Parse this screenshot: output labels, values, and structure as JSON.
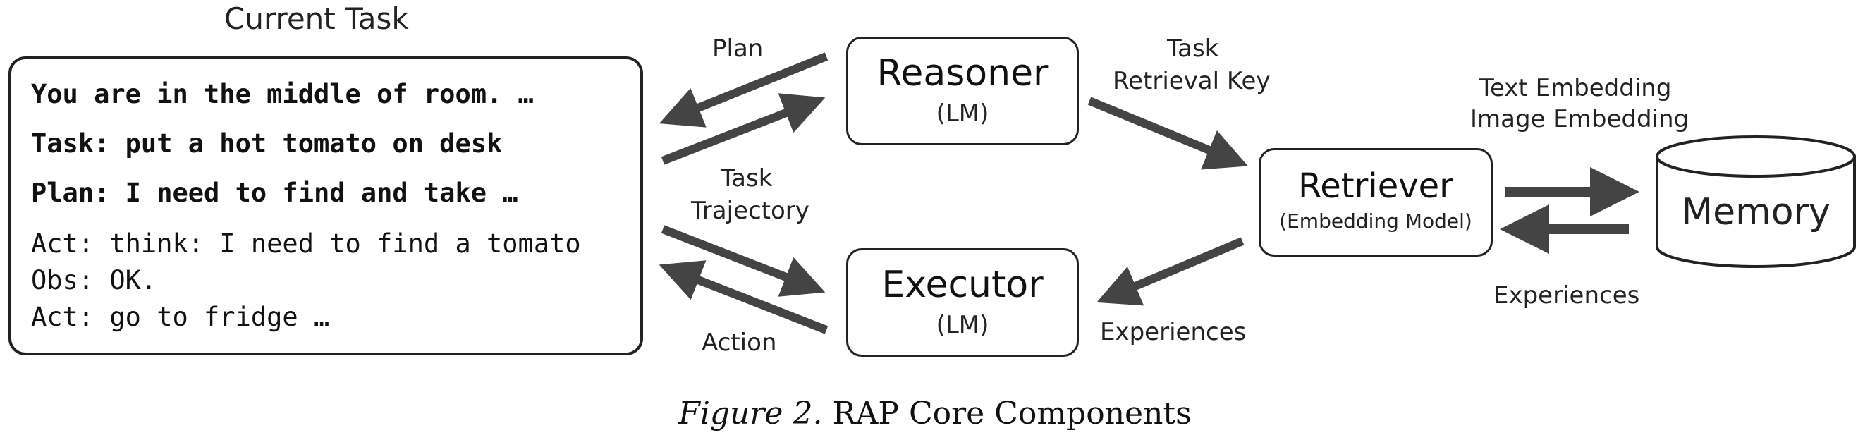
{
  "current_task": {
    "title": "Current Task",
    "lines": [
      "You are in the middle of room. …",
      "Task: put a hot tomato on desk",
      "Plan: I need to find and take …",
      "Act: think: I need to find a tomato",
      "Obs: OK.",
      "Act: go to fridge …"
    ]
  },
  "nodes": {
    "reasoner": {
      "name": "Reasoner",
      "sub": "(LM)"
    },
    "executor": {
      "name": "Executor",
      "sub": "(LM)"
    },
    "retriever": {
      "name": "Retriever",
      "sub": "(Embedding Model)"
    },
    "memory": {
      "name": "Memory"
    }
  },
  "edge_labels": {
    "plan": "Plan",
    "task_trajectory": [
      "Task",
      "Trajectory"
    ],
    "action": "Action",
    "task_retrieval_key": [
      "Task",
      "Retrieval Key"
    ],
    "experiences_to_executor": "Experiences",
    "embeddings": [
      "Text Embedding",
      "Image Embedding"
    ],
    "experiences_from_memory": "Experiences"
  },
  "caption": {
    "prefix": "Figure 2.",
    "text": "RAP Core Components"
  },
  "colors": {
    "arrow": "#444444",
    "border": "#222222"
  }
}
